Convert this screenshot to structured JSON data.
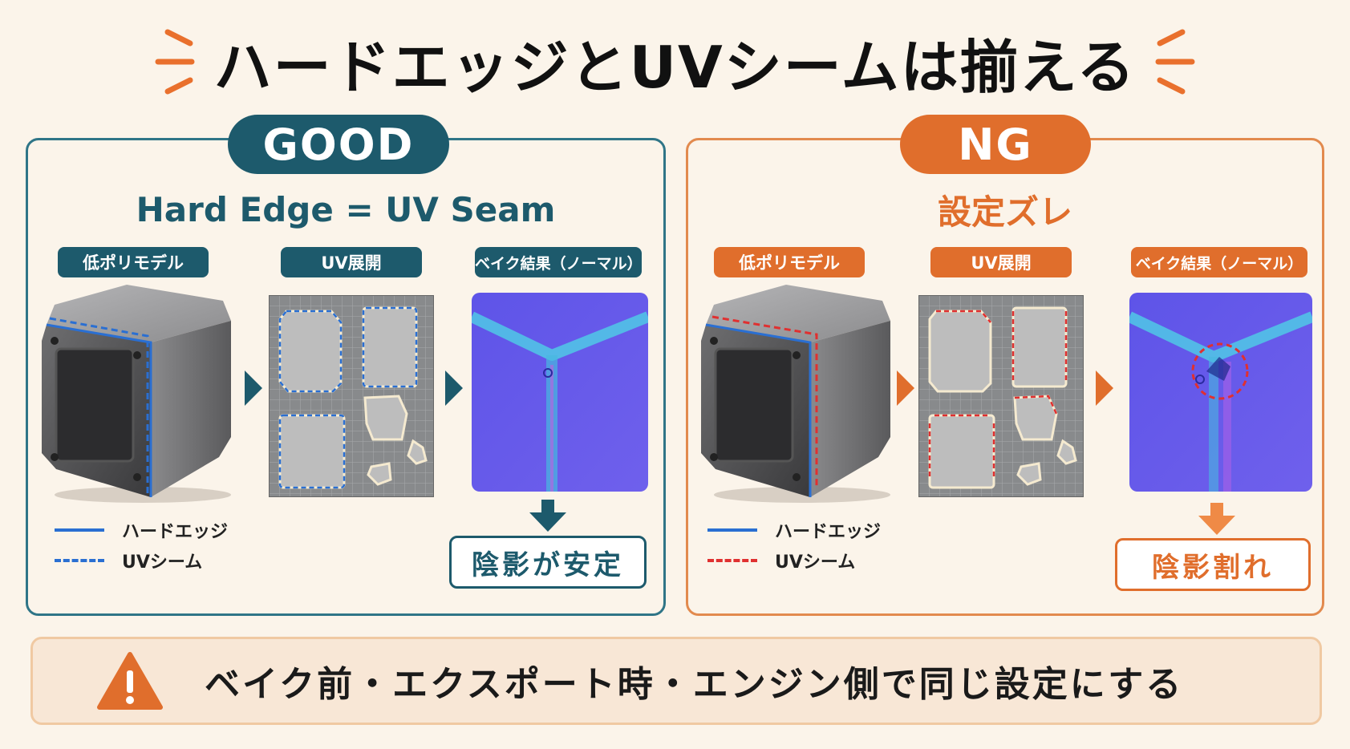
{
  "title": "ハードエッジとUVシームは揃える",
  "good": {
    "badge": "GOOD",
    "subtitle": "Hard Edge = UV Seam",
    "steps": [
      "低ポリモデル",
      "UV展開",
      "ベイク結果（ノーマル）"
    ],
    "legend_hard": "ハードエッジ",
    "legend_seam": "UVシーム",
    "result": "陰影が安定"
  },
  "ng": {
    "badge": "NG",
    "subtitle": "設定ズレ",
    "steps": [
      "低ポリモデル",
      "UV展開",
      "ベイク結果（ノーマル）"
    ],
    "legend_hard": "ハードエッジ",
    "legend_seam": "UVシーム",
    "result": "陰影割れ"
  },
  "footer": {
    "icon": "warning-icon",
    "message": "ベイク前・エクスポート時・エンジン側で同じ設定にする"
  },
  "colors": {
    "good": "#1d5a6c",
    "ng": "#e06e2c",
    "hard_edge": "#2a6fd2",
    "seam_ng": "#e03030",
    "normal_map": "#6a5cea"
  }
}
